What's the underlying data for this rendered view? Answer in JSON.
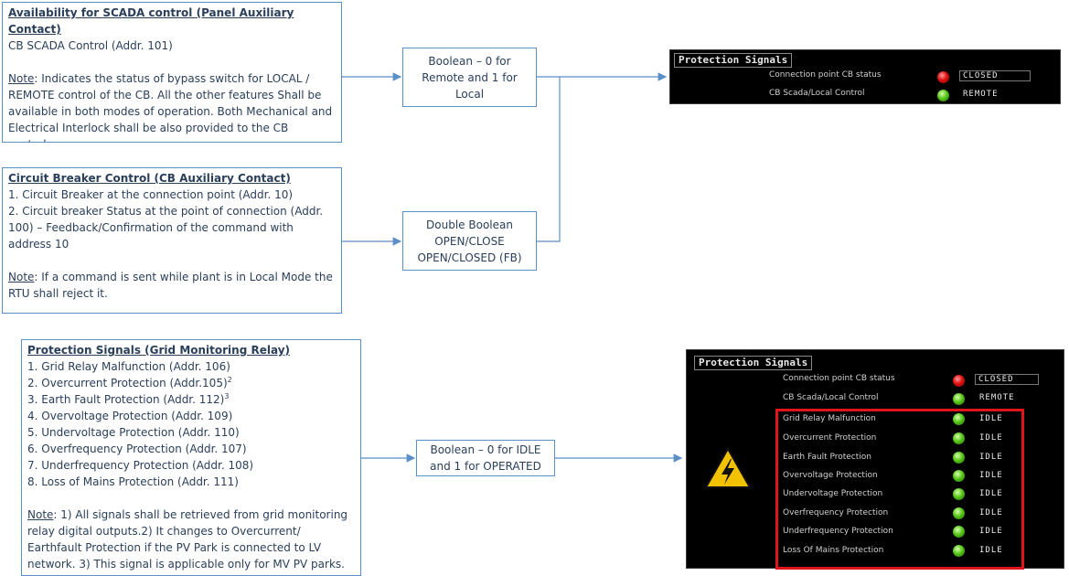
{
  "box1": {
    "title": "Availability for SCADA control (Panel Auxiliary Contact)",
    "line1": "CB SCADA Control (Addr. 101)",
    "note_label": "Note",
    "note_text": ": Indicates the status of bypass switch for LOCAL / REMOTE control of the CB. All the other features Shall be available in both modes of operation. Both Mechanical and Electrical Interlock shall be also provided to the CB control.."
  },
  "box2": {
    "title": "Circuit Breaker Control (CB Auxiliary Contact)",
    "line1": "1. Circuit Breaker at the connection point (Addr. 10)",
    "line2": "2. Circuit breaker Status at the point of connection (Addr. 100) – Feedback/Confirmation of the command with address 10",
    "note_label": "Note",
    "note_text": ": If a command is sent while plant is in Local Mode the RTU shall reject it."
  },
  "box3": {
    "title": "Protection Signals (Grid Monitoring Relay)",
    "items": [
      "1. Grid Relay Malfunction (Addr. 106)",
      "2. Overcurrent Protection (Addr.105)",
      "3. Earth Fault Protection (Addr. 112)",
      "4. Overvoltage Protection (Addr. 109)",
      "5. Undervoltage Protection (Addr. 110)",
      "6. Overfrequency Protection (Addr. 107)",
      "7. Underfrequency Protection (Addr. 108)",
      "8. Loss of Mains Protection (Addr. 111)"
    ],
    "sup2": "2",
    "sup3": "3",
    "note_label": "Note",
    "note_text": ": 1) All signals shall be retrieved from grid monitoring relay digital outputs.2) It changes to Overcurrent/ Earthfault Protection if the PV Park is connected to LV network. 3) This signal is applicable only for MV PV parks."
  },
  "mid1": "Boolean – 0 for Remote and 1 for Local",
  "mid2": {
    "l1": "Double Boolean",
    "l2": "OPEN/CLOSE",
    "l3": "OPEN/CLOSED (FB)"
  },
  "mid3": "Boolean – 0 for IDLE and 1 for OPERATED",
  "panel_top": {
    "title": "Protection Signals",
    "rows": [
      {
        "label": "Connection point CB status",
        "led": "red",
        "value": "CLOSED"
      },
      {
        "label": "CB Scada/Local Control",
        "led": "green",
        "value": "REMOTE"
      }
    ]
  },
  "panel_bottom": {
    "title": "Protection Signals",
    "rows": [
      {
        "label": "Connection point CB status",
        "led": "red",
        "value": "CLOSED"
      },
      {
        "label": "CB Scada/Local Control",
        "led": "green",
        "value": "REMOTE"
      },
      {
        "label": "Grid Relay Malfunction",
        "led": "green",
        "value": "IDLE"
      },
      {
        "label": "Overcurrent Protection",
        "led": "green",
        "value": "IDLE"
      },
      {
        "label": "Earth Fault Protection",
        "led": "green",
        "value": "IDLE"
      },
      {
        "label": "Overvoltage Protection",
        "led": "green",
        "value": "IDLE"
      },
      {
        "label": "Undervoltage Protection",
        "led": "green",
        "value": "IDLE"
      },
      {
        "label": "Overfrequency Protection",
        "led": "green",
        "value": "IDLE"
      },
      {
        "label": "Underfrequency Protection",
        "led": "green",
        "value": "IDLE"
      },
      {
        "label": "Loss Of Mains Protection",
        "led": "green",
        "value": "IDLE"
      }
    ]
  },
  "colors": {
    "box_border": "#5b8fc6",
    "arrow": "#5b8fc6",
    "highlight": "#e0141b",
    "warning": "#f2c200"
  }
}
